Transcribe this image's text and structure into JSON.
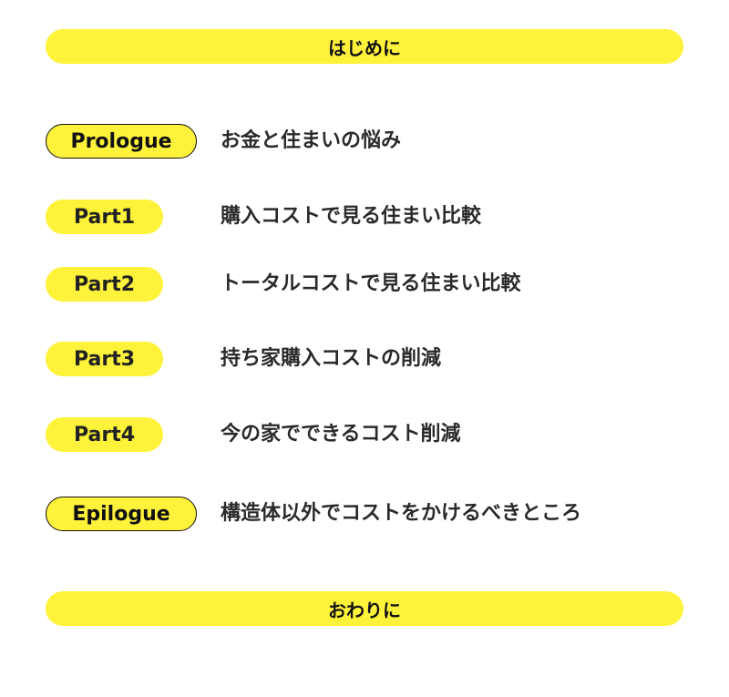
{
  "intro": "はじめに",
  "chapters": [
    {
      "label": "Prologue",
      "title": "お金と住まいの悩み"
    },
    {
      "label": "Part1",
      "title": "購入コストで見る住まい比較"
    },
    {
      "label": "Part2",
      "title": "トータルコストで見る住まい比較"
    },
    {
      "label": "Part3",
      "title": "持ち家購入コストの削減"
    },
    {
      "label": "Part4",
      "title": "今の家でできるコスト削減"
    },
    {
      "label": "Epilogue",
      "title": "構造体以外でコストをかけるべきところ"
    }
  ],
  "outro": "おわりに",
  "colors": {
    "accent": "#fff23a"
  }
}
